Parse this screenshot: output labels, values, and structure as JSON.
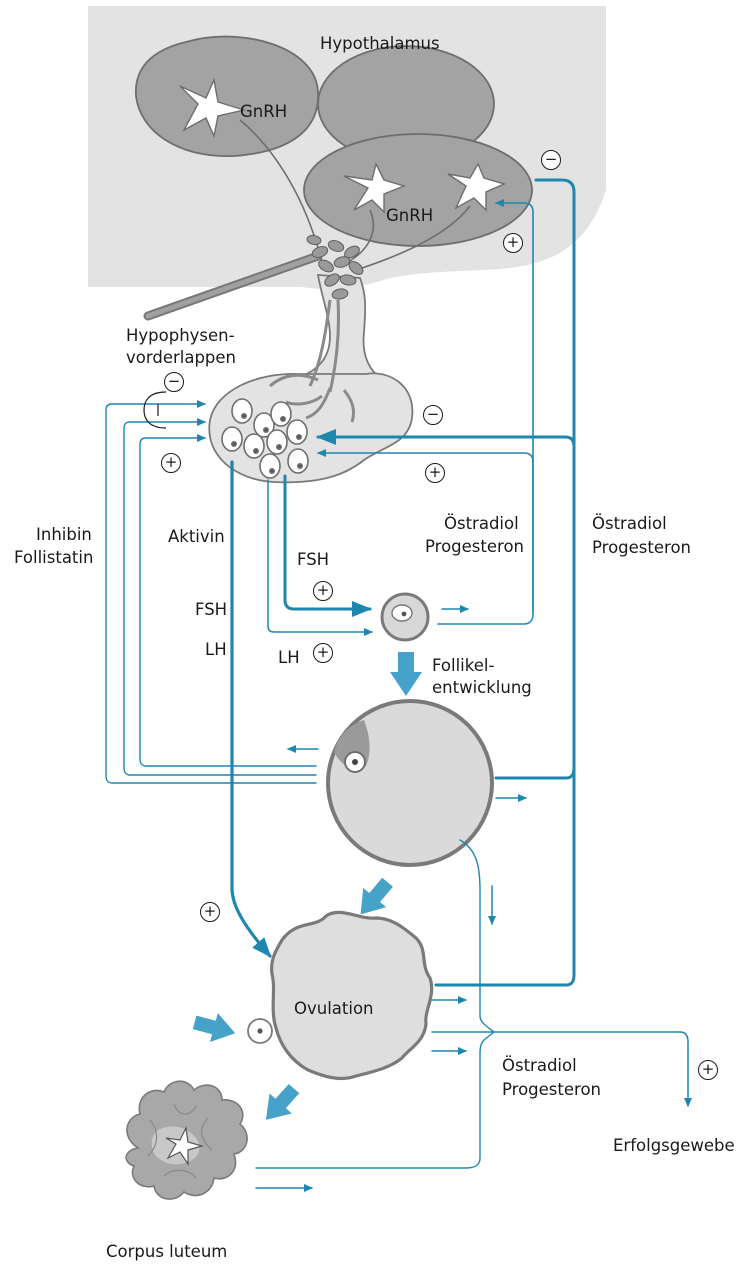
{
  "labels": {
    "hypothalamus": "Hypothalamus",
    "gnrh_top": "GnRH",
    "gnrh_main": "GnRH",
    "hvl": [
      "Hypophysen-",
      "vorderlappen"
    ],
    "inhibin_follistatin": [
      "Inhibin",
      "Follistatin"
    ],
    "aktivin": "Aktivin",
    "fsh_inner": "FSH",
    "lh_inner": "LH",
    "fsh_left": "FSH",
    "lh_left": "LH",
    "oestradiol_mid": [
      "Östradiol",
      "Progesteron"
    ],
    "oestradiol_right": [
      "Östradiol",
      "Progesteron"
    ],
    "follikelentwicklung": [
      "Follikel-",
      "entwicklung"
    ],
    "ovulation": "Ovulation",
    "oestradiol_bottom": [
      "Östradiol",
      "Progesteron"
    ],
    "erfolgsgewebe": "Erfolgsgewebe",
    "corpus_luteum": "Corpus luteum"
  },
  "signs": {
    "plus": "+",
    "minus": "−",
    "hypothalamus_feedback": "−",
    "gnrh_positive": "+",
    "pituitary_estradiol_negative": "−",
    "pituitary_estradiol_positive": "+",
    "inhibin_negative": "−",
    "activin_positive": "+",
    "fsh_positive": "+",
    "lh_positive": "+",
    "lh_surge_positive": "+",
    "target_tissue_positive": "+"
  },
  "colors": {
    "blue": "#1f86b0",
    "blue_light": "#46a2c8",
    "gray_bg": "#e2e2e2",
    "gray_organ": "#9e9e9e",
    "gray_cell": "#dcdcdc",
    "outline": "#6d6d6d"
  }
}
